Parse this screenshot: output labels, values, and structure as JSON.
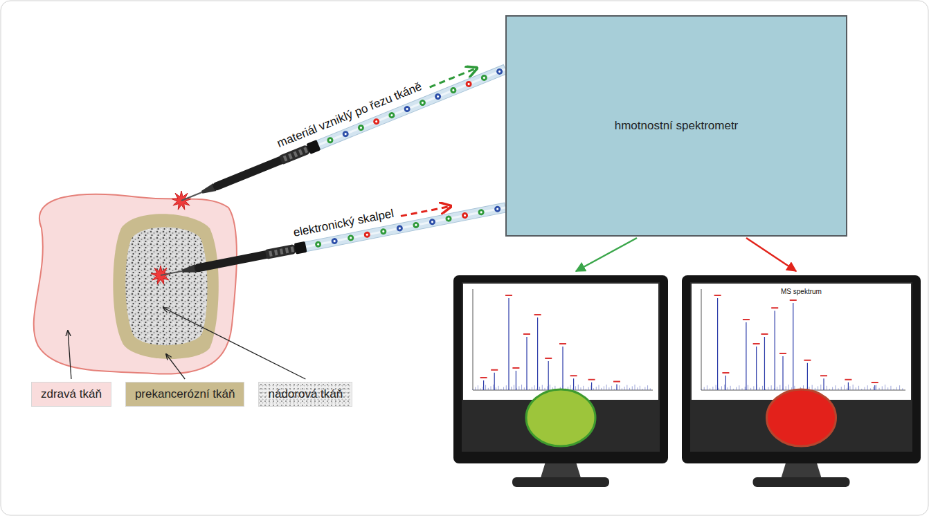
{
  "diagram": {
    "nodes": [
      {
        "text": [
          "hmotnostní spektrometr"
        ]
      },
      {
        "text": [
          "zdravá tkáň"
        ]
      },
      {
        "text": [
          "prekancerózní tkáň"
        ]
      },
      {
        "text": [
          "nádorová tkáň"
        ]
      }
    ],
    "labels": [
      "materiál vzniklý po řezu tkáně",
      "elektronický skalpel",
      "MS spektrum"
    ]
  }
}
